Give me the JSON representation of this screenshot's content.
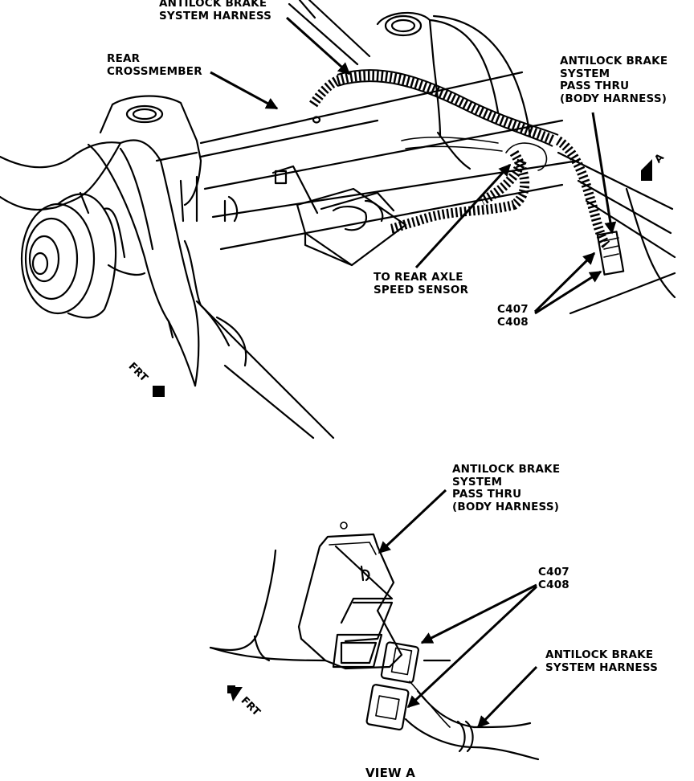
{
  "diagram": {
    "title": "Antilock Brake System Harness Routing - Rear Crossmember",
    "main_view": {
      "labels": {
        "abs_harness": [
          "ANTILOCK BRAKE",
          "SYSTEM HARNESS"
        ],
        "rear_crossmember": [
          "REAR",
          "CROSSMEMBER"
        ],
        "pass_thru": [
          "ANTILOCK BRAKE",
          "SYSTEM",
          "PASS THRU",
          "(BODY HARNESS)"
        ],
        "rear_axle_sensor": [
          "TO REAR AXLE",
          "SPEED SENSOR"
        ],
        "connectors": [
          "C407",
          "C408"
        ],
        "front_direction": "FRT",
        "view_marker": "A"
      }
    },
    "detail_view": {
      "caption": "VIEW A",
      "labels": {
        "pass_thru": [
          "ANTILOCK BRAKE",
          "SYSTEM",
          "PASS THRU",
          "(BODY HARNESS)"
        ],
        "connectors": [
          "C407",
          "C408"
        ],
        "abs_harness": [
          "ANTILOCK BRAKE",
          "SYSTEM HARNESS"
        ],
        "front_direction": "FRT"
      }
    }
  }
}
